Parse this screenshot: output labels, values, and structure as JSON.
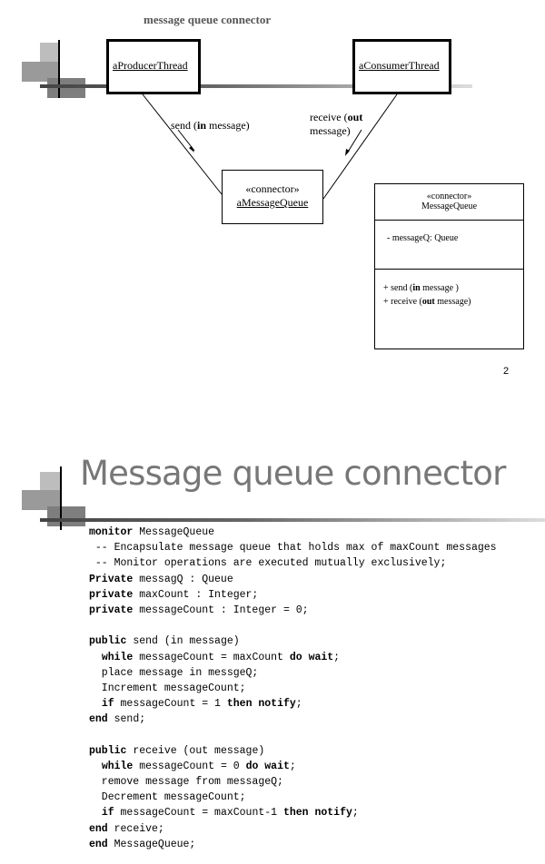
{
  "slide1": {
    "title": "message queue connector",
    "producer": {
      "name": "aProducerThread"
    },
    "consumer": {
      "name": "aConsumerThread"
    },
    "connector": {
      "stereotype": "«connector»",
      "name": "aMessageQueue"
    },
    "send_label": {
      "pre": "send (",
      "kw": "in",
      "post": " message)"
    },
    "receive_label": {
      "pre": "receive (",
      "kw": "out",
      "post2": "message)"
    },
    "class_box": {
      "stereotype": "«connector»",
      "name": "MessageQueue",
      "attribute": "- messageQ: Queue",
      "op1": {
        "pre": "+ send (",
        "kw": "in",
        "post": " message )"
      },
      "op2": {
        "pre": "+ receive  (",
        "kw": "out",
        "post": " message)"
      }
    },
    "page_number": "2"
  },
  "slide2": {
    "title": "Message queue connector",
    "code": [
      [
        {
          "t": "monitor",
          "b": true
        },
        {
          "t": " MessageQueue"
        }
      ],
      [
        {
          "t": " -- Encapsulate message queue that holds max of maxCount messages"
        }
      ],
      [
        {
          "t": " -- Monitor operations are executed mutually exclusively;"
        }
      ],
      [
        {
          "t": "Private",
          "b": true
        },
        {
          "t": " messagQ : Queue"
        }
      ],
      [
        {
          "t": "private",
          "b": true
        },
        {
          "t": " maxCount : Integer;"
        }
      ],
      [
        {
          "t": "private",
          "b": true
        },
        {
          "t": " messageCount : Integer = 0;"
        }
      ],
      [
        {
          "t": ""
        }
      ],
      [
        {
          "t": "public",
          "b": true
        },
        {
          "t": " send (in message)"
        }
      ],
      [
        {
          "t": "  "
        },
        {
          "t": "while",
          "b": true
        },
        {
          "t": " messageCount = maxCount "
        },
        {
          "t": "do wait",
          "b": true
        },
        {
          "t": ";"
        }
      ],
      [
        {
          "t": "  place message in messgeQ;"
        }
      ],
      [
        {
          "t": "  Increment messageCount;"
        }
      ],
      [
        {
          "t": "  "
        },
        {
          "t": "if",
          "b": true
        },
        {
          "t": " messageCount = 1 "
        },
        {
          "t": "then notify",
          "b": true
        },
        {
          "t": ";"
        }
      ],
      [
        {
          "t": "end",
          "b": true
        },
        {
          "t": " send;"
        }
      ],
      [
        {
          "t": ""
        }
      ],
      [
        {
          "t": "public",
          "b": true
        },
        {
          "t": " receive (out message)"
        }
      ],
      [
        {
          "t": "  "
        },
        {
          "t": "while",
          "b": true
        },
        {
          "t": " messageCount = 0 "
        },
        {
          "t": "do wait",
          "b": true
        },
        {
          "t": ";"
        }
      ],
      [
        {
          "t": "  remove message from messageQ;"
        }
      ],
      [
        {
          "t": "  Decrement messageCount;"
        }
      ],
      [
        {
          "t": "  "
        },
        {
          "t": "if",
          "b": true
        },
        {
          "t": " messageCount = maxCount-1 "
        },
        {
          "t": "then notify",
          "b": true
        },
        {
          "t": ";"
        }
      ],
      [
        {
          "t": "end",
          "b": true
        },
        {
          "t": " receive;"
        }
      ],
      [
        {
          "t": "end",
          "b": true
        },
        {
          "t": " MessageQueue;"
        }
      ]
    ]
  }
}
